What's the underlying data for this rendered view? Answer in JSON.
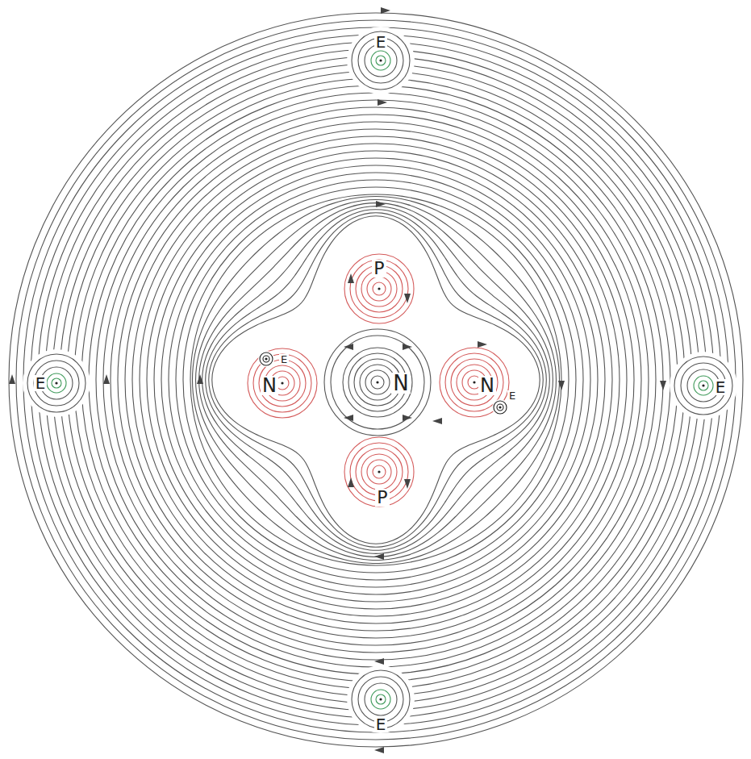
{
  "diagram": {
    "nodes": [
      {
        "text": [
          "E"
        ]
      },
      {
        "text": [
          "P"
        ]
      },
      {
        "text": [
          "E"
        ]
      },
      {
        "text": [
          "E"
        ]
      },
      {
        "text": [
          "N"
        ]
      },
      {
        "text": [
          "N"
        ]
      },
      {
        "text": [
          "N"
        ]
      },
      {
        "text": [
          "E"
        ]
      },
      {
        "text": [
          "E"
        ]
      },
      {
        "text": [
          "P"
        ]
      },
      {
        "text": [
          "E"
        ]
      }
    ]
  }
}
